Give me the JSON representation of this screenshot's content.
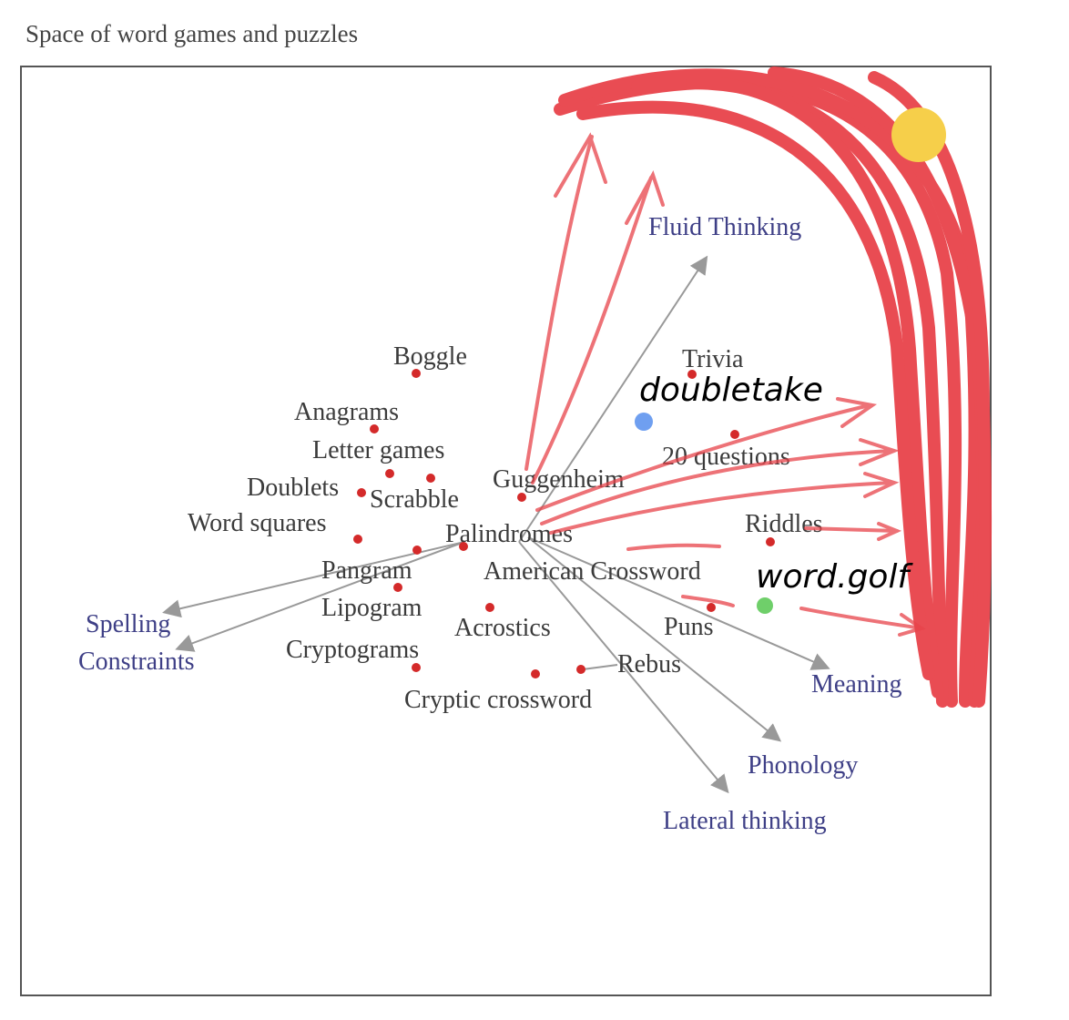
{
  "title": "Space of word games and puzzles",
  "games": [
    "Boggle",
    "Anagrams",
    "Letter games",
    "Doublets",
    "Scrabble",
    "Word squares",
    "Guggenheim",
    "Palindromes",
    "Pangram",
    "Lipogram",
    "Cryptograms",
    "Acrostics",
    "Cryptic crossword",
    "Rebus",
    "American Crossword",
    "Puns",
    "Trivia",
    "20 questions",
    "Riddles"
  ],
  "axes": [
    "Fluid Thinking",
    "Meaning",
    "Phonology",
    "Lateral thinking",
    "Spelling",
    "Constraints"
  ],
  "annotations": {
    "doubletake": "doubletake",
    "wordgolf": "word.golf"
  },
  "colors": {
    "dot": "#d42a2a",
    "axis_text": "#3e3f86",
    "scribble": "#e8434a",
    "arrow": "#999999",
    "yellow": "#f6cf4a",
    "blue": "#6f9ff0",
    "green": "#6fcf6a"
  }
}
